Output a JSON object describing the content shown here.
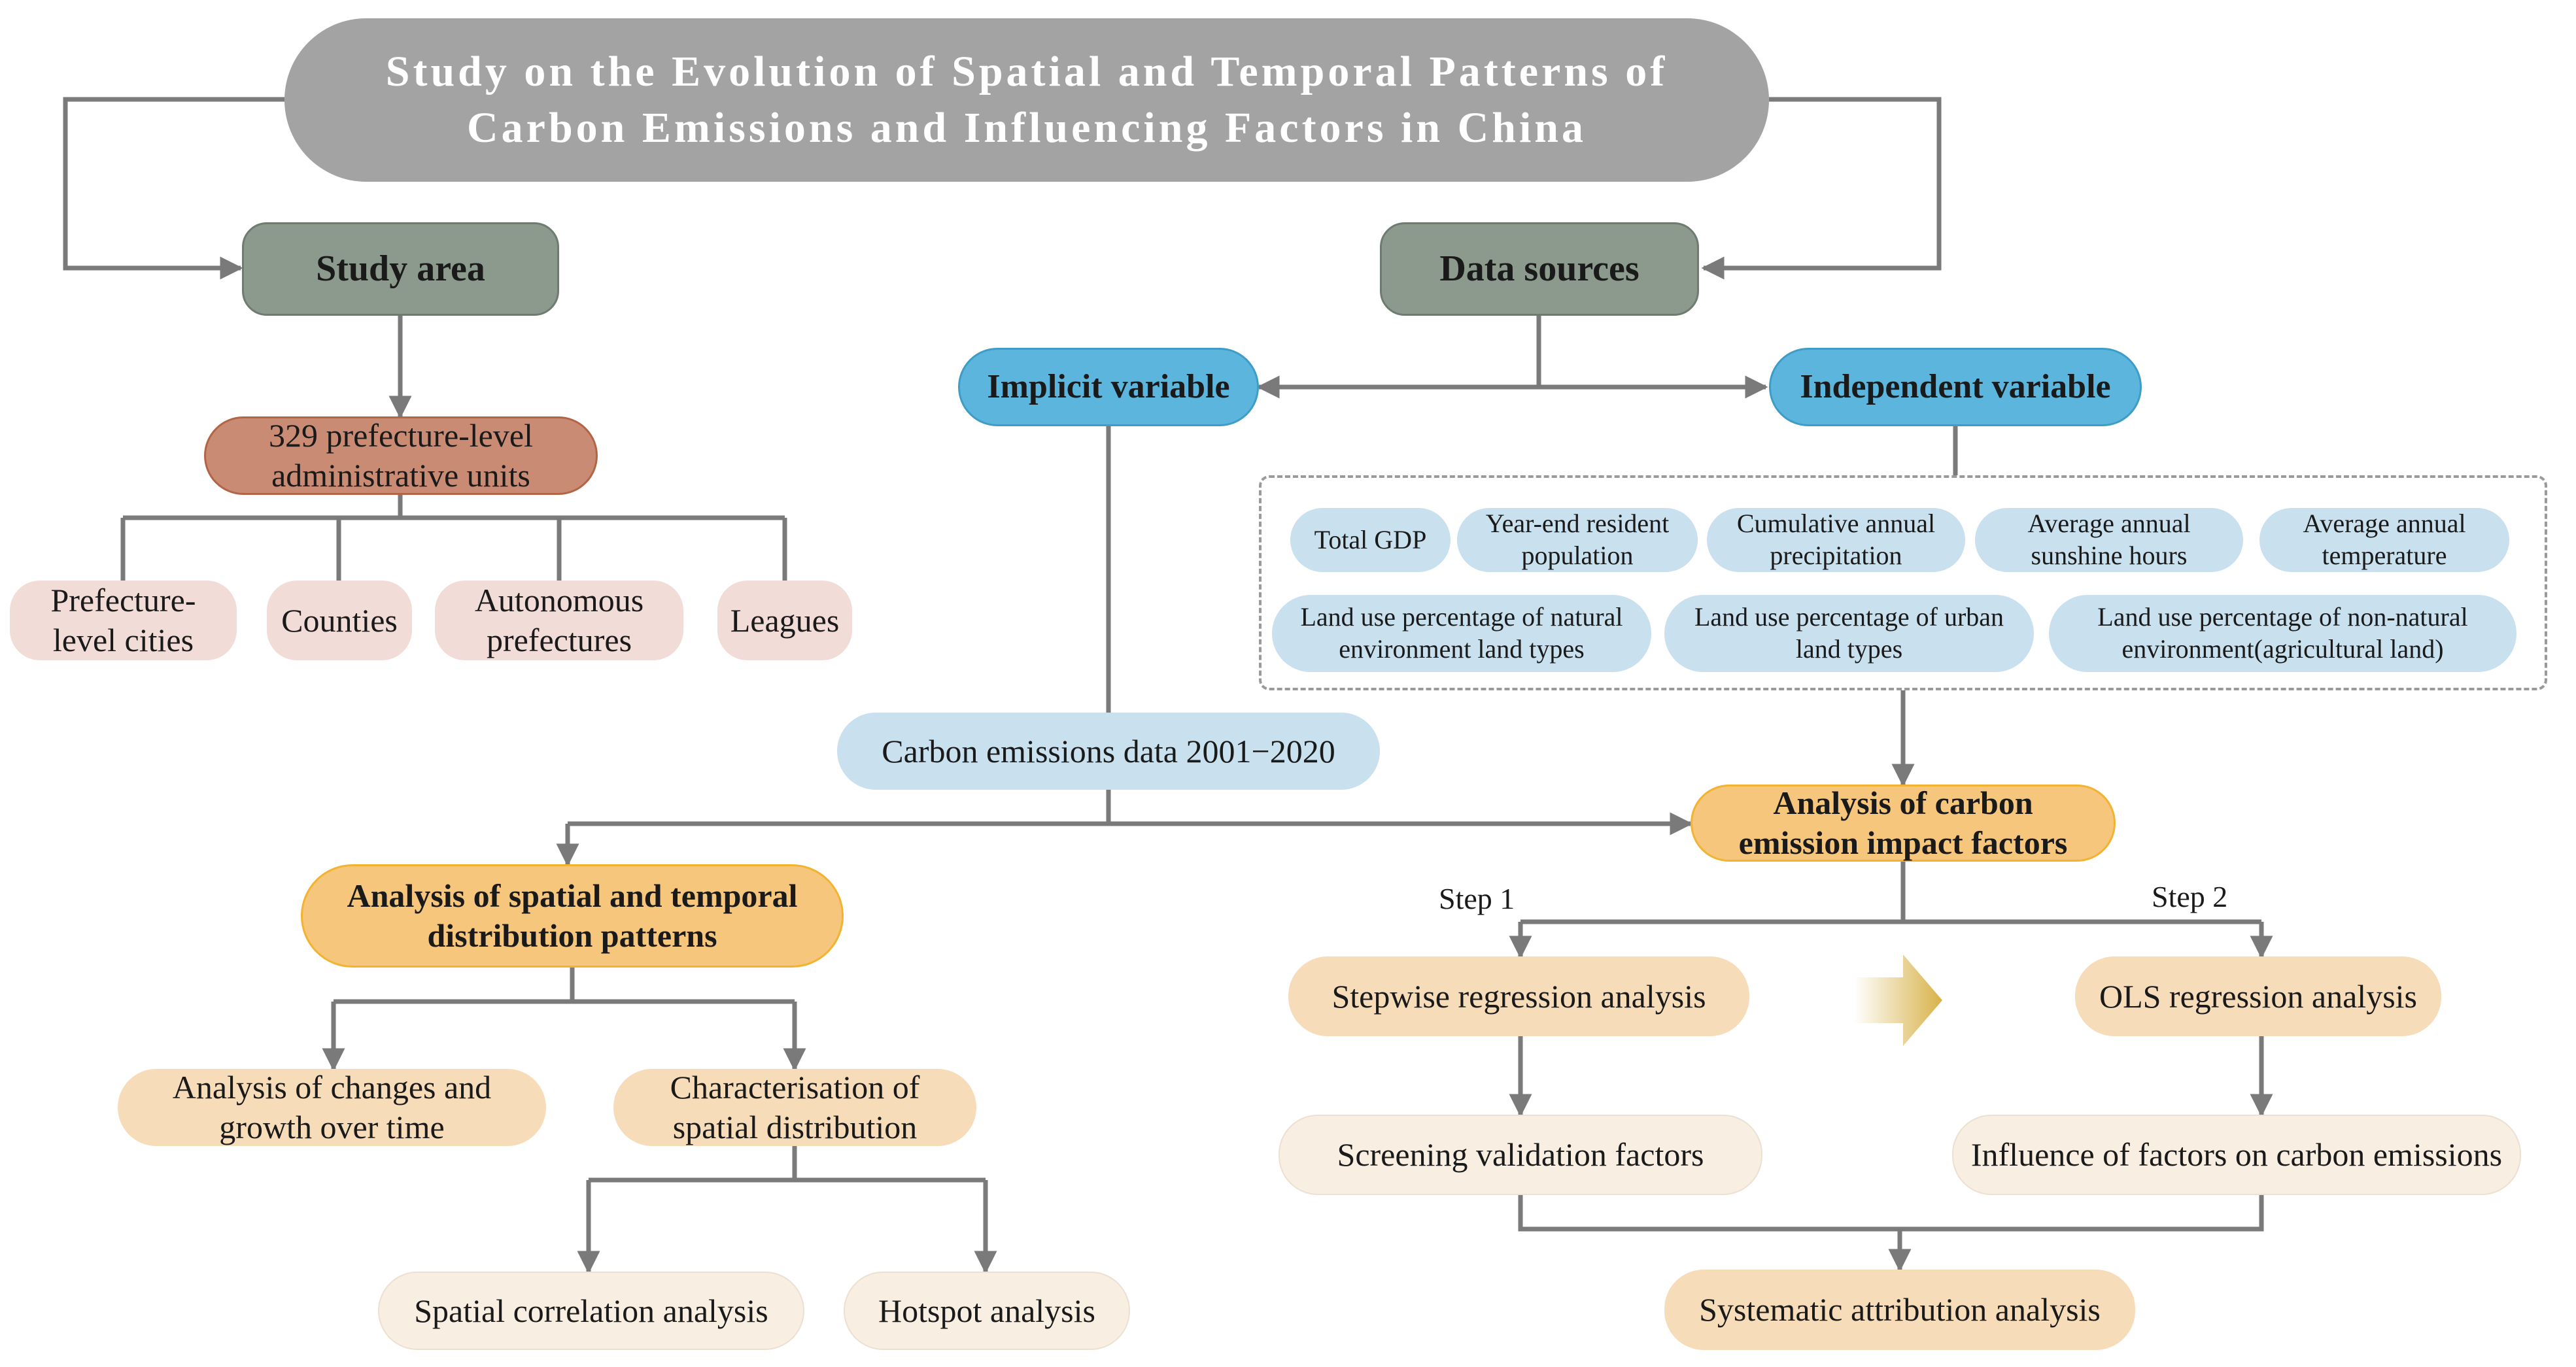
{
  "title": "Study on the Evolution of Spatial and Temporal Patterns of\nCarbon Emissions and Influencing Factors in China",
  "study_area": {
    "label": "Study area",
    "units": "329 prefecture-level\nadministrative units",
    "types": [
      "Prefecture-\nlevel cities",
      "Counties",
      "Autonomous\nprefectures",
      "Leagues"
    ]
  },
  "data_sources": {
    "label": "Data sources",
    "implicit_variable": "Implicit variable",
    "independent_variable": "Independent variable",
    "factors": [
      "Total GDP",
      "Year-end resident\npopulation",
      "Cumulative annual\nprecipitation",
      "Average annual\nsunshine hours",
      "Average annual\ntemperature",
      "Land use percentage of natural\nenvironment land types",
      "Land use percentage of urban\nland types",
      "Land use percentage of non-natural\nenvironment(agricultural land)"
    ]
  },
  "carbon_data": "Carbon emissions data 2001−2020",
  "spatial_temporal": {
    "title": "Analysis of spatial and temporal\ndistribution patterns",
    "changes": "Analysis of changes and\ngrowth over time",
    "characterisation": "Characterisation of\nspatial distribution",
    "correlation": "Spatial correlation analysis",
    "hotspot": "Hotspot analysis"
  },
  "impact": {
    "title": "Analysis of carbon\nemission impact factors",
    "step1": "Step 1",
    "step2": "Step 2",
    "stepwise": "Stepwise regression analysis",
    "ols": "OLS regression analysis",
    "screening": "Screening validation factors",
    "influence": "Influence of factors on carbon emissions",
    "systematic": "Systematic attribution analysis"
  },
  "colors": {
    "title_bg": "#a3a3a3",
    "category_gray": "#8c9a8e",
    "variable_blue": "#5bb5dc",
    "factor_light_blue": "#c9e0ee",
    "units_brown": "#c98b74",
    "type_pink": "#f2dcd8",
    "analysis_orange": "#f7c67d",
    "method_peach": "#f7dcba",
    "result_cream": "#f8eee2",
    "connector": "#7a7a7a"
  }
}
